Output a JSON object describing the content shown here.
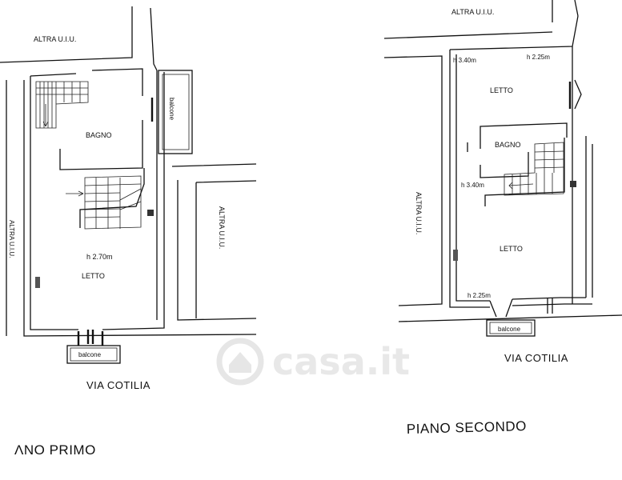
{
  "watermark": "casa.it",
  "left_plan": {
    "neighbor_top": "ALTRA U.I.U.",
    "neighbor_left": "ALTRA U.I.U.",
    "neighbor_right": "ALTRA U.I.U.",
    "balcony_side": "balcone",
    "room_bath": "BAGNO",
    "room_bed": "LETTO",
    "height_bed": "h 2.70m",
    "balcony_front": "balcone",
    "street": "VIA COTILIA",
    "floor_label": "ɅNO PRIMO"
  },
  "right_plan": {
    "neighbor_top": "ALTRA U.I.U.",
    "neighbor_left": "ALTRA U.I.U.",
    "height_top_left": "h 3.40m",
    "height_top_right": "h 2.25m",
    "room_bed_top": "LETTO",
    "room_bath": "BAGNO",
    "height_mid": "h 3.40m",
    "room_bed_bottom": "LETTO",
    "height_bottom": "h 2.25m",
    "balcony_front": "balcone",
    "street": "VIA COTILIA",
    "floor_label": "PIANO SECONDO"
  }
}
